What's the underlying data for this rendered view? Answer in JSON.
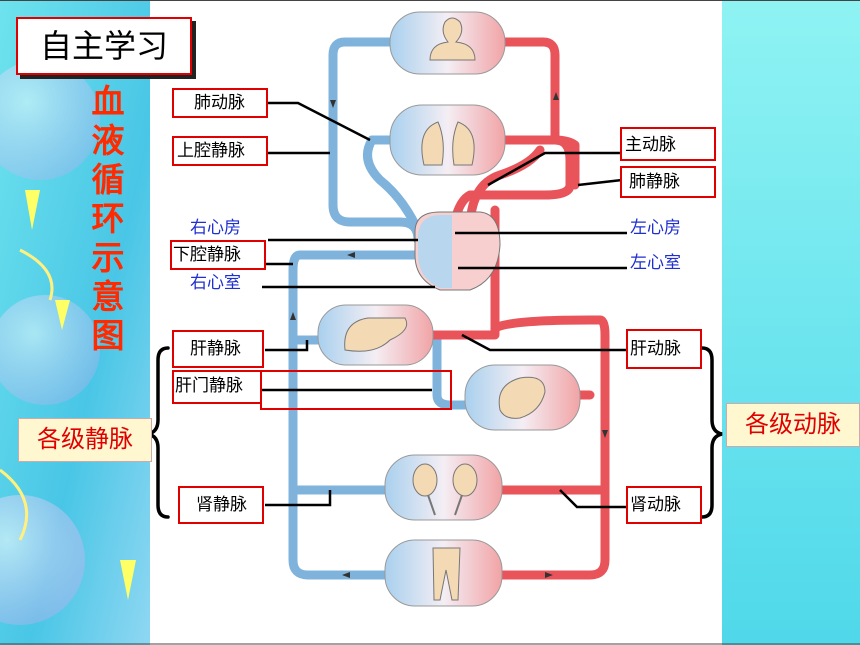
{
  "title": "自主学习",
  "vertical_title": "血液循环示意图",
  "labels_left": {
    "pulmonary_artery": "肺动脉",
    "superior_vena_cava": "上腔静脉",
    "right_atrium": "右心房",
    "inferior_vena_cava": "下腔静脉",
    "right_ventricle": "右心室",
    "hepatic_vein": "肝静脉",
    "hepatic_portal_vein": "肝门静脉",
    "renal_vein": "肾静脉"
  },
  "labels_right": {
    "aorta": "主动脉",
    "pulmonary_vein": "肺静脉",
    "left_atrium": "左心房",
    "left_ventricle": "左心室",
    "hepatic_artery": "肝动脉",
    "renal_artery": "肾动脉"
  },
  "groups": {
    "veins": "各级静脉",
    "arteries": "各级动脉"
  },
  "colors": {
    "artery_red": "#e8545a",
    "vein_blue": "#7fb3dc",
    "label_border": "#e00000",
    "vertical_title": "#ff2a00",
    "heart_label_blue": "#1f2fd0"
  }
}
